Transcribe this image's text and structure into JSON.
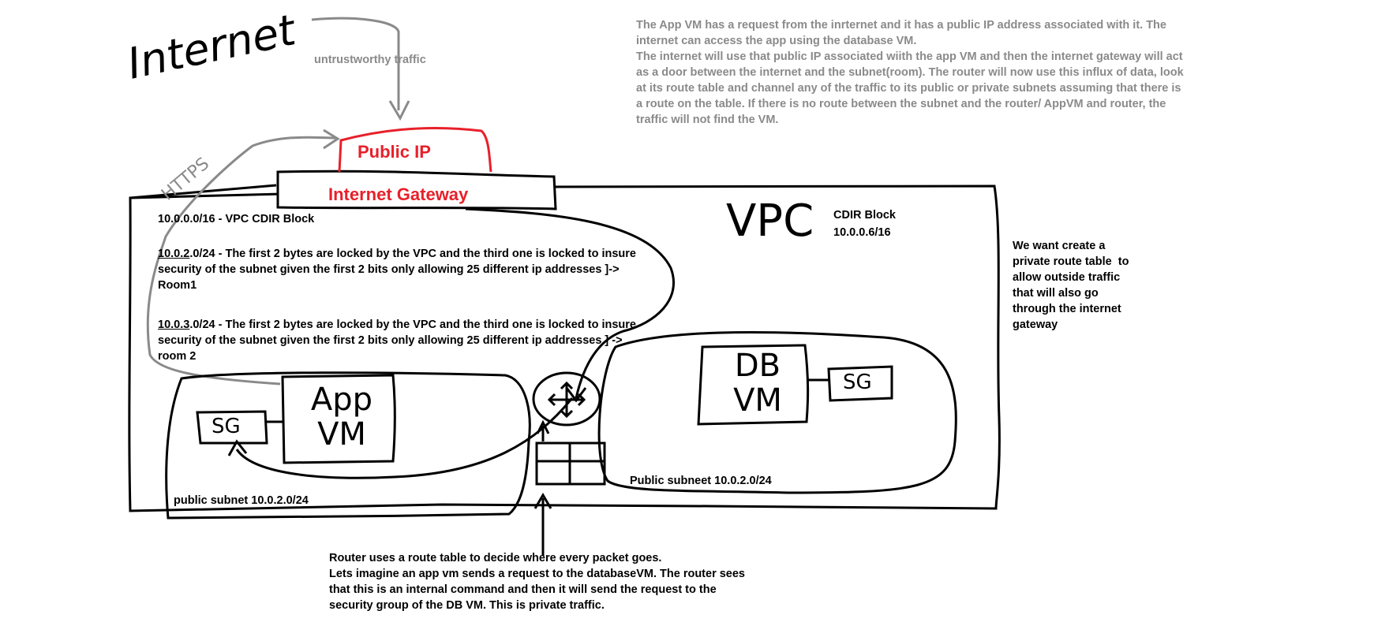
{
  "labels": {
    "internet_handwritten": "Internet",
    "untrustworthy": "untrustworthy traffic",
    "https_handwritten": "HTTPS",
    "public_ip": "Public IP",
    "internet_gateway": "Internet Gateway",
    "vpc_handwritten": "VPC",
    "cdir_block_title": "CDIR Block",
    "cdir_block_value": "10.0.0.6/16",
    "app_vm": "App VM",
    "db_vm": "DB VM",
    "sg_left": "SG",
    "sg_right": "SG",
    "public_subnet_left": "public subnet 10.0.2.0/24",
    "public_subnet_right": "Public subneet 10.0.2.0/24"
  },
  "vpc_notes": {
    "line1": "10.0.0.0/16 - VPC CDIR Block",
    "subnet1_prefix": "10.0.2",
    "subnet1_text": ".0/24 - The first 2 bytes are locked by the VPC and the third one is locked to insure security of the subnet given the first 2 bits only allowing 25 different ip addresses ]-> Room1",
    "subnet2_prefix": "10.0.3",
    "subnet2_text": ".0/24 - The first 2 bytes are locked by the VPC and the third one is locked to insure security of the subnet given the first 2 bits only allowing 25 different ip addresses ] -> room 2"
  },
  "top_right_note": "The App VM has a request from the inrternet and it has a public IP address associated with it. The internet can access the app using the database VM.\nThe internet will use that public IP associated wiith the app VM and then the internet gateway will act as a door between the internet and the subnet(room). The router will now use this influx of data, look at its route table and channel any of the traffic to its public or private subnets assuming that there is a route on the table. If there is no route between the subnet and the router/ AppVM and router, the traffic will not find the VM.",
  "right_side_note": "We want create a\nprivate route table  to\nallow outside traffic\nthat will also go\nthrough the internet\ngateway",
  "bottom_note": "Router uses a route table to decide where every packet goes.\nLets imagine an app vm sends a request to the databaseVM. The router sees\nthat this is an internal command and then it will send the request to the\nsecurity group of the DB VM. This is private traffic.",
  "colors": {
    "ink": "#000000",
    "red": "#e8202a",
    "grey": "#8a8a8a"
  }
}
